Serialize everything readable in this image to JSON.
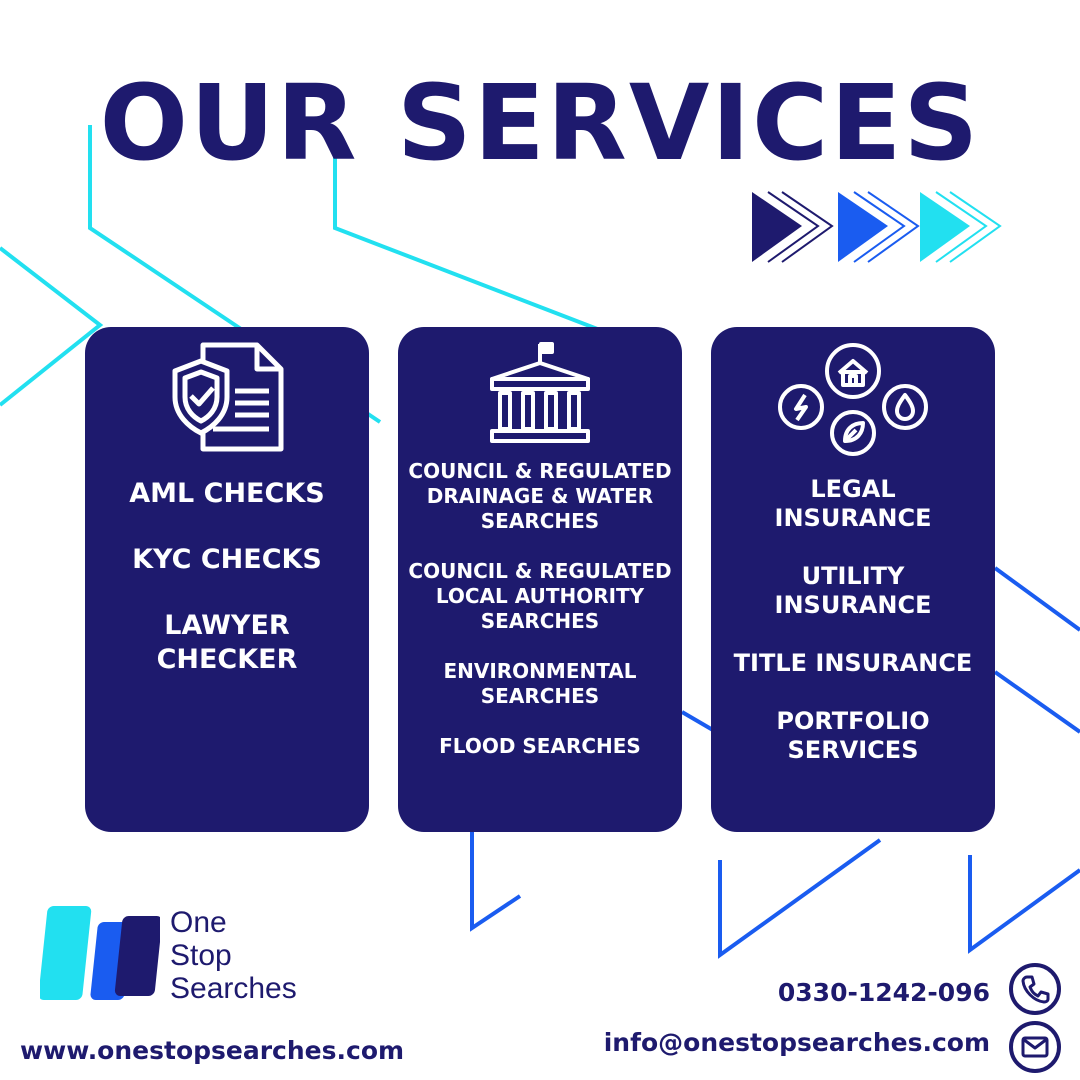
{
  "title": "OUR SERVICES",
  "colors": {
    "navy": "#1e1a6e",
    "cyan": "#22e0f0",
    "blue": "#1a5cf0",
    "white": "#ffffff"
  },
  "cards": [
    {
      "icon": "shield-document-icon",
      "items": [
        "AML CHECKS",
        "KYC CHECKS",
        "LAWYER CHECKER"
      ]
    },
    {
      "icon": "courthouse-icon",
      "items": [
        "COUNCIL & REGULATED DRAINAGE & WATER SEARCHES",
        "COUNCIL & REGULATED LOCAL AUTHORITY SEARCHES",
        "ENVIRONMENTAL SEARCHES",
        "FLOOD SEARCHES"
      ]
    },
    {
      "icon": "utilities-icon",
      "items": [
        "LEGAL INSURANCE",
        "UTILITY INSURANCE",
        "TITLE INSURANCE",
        "PORTFOLIO SERVICES"
      ]
    }
  ],
  "logo": {
    "line1": "One",
    "line2": "Stop",
    "line3": "Searches"
  },
  "contact": {
    "website": "www.onestopsearches.com",
    "phone": "0330-1242-096",
    "email": "info@onestopsearches.com"
  }
}
